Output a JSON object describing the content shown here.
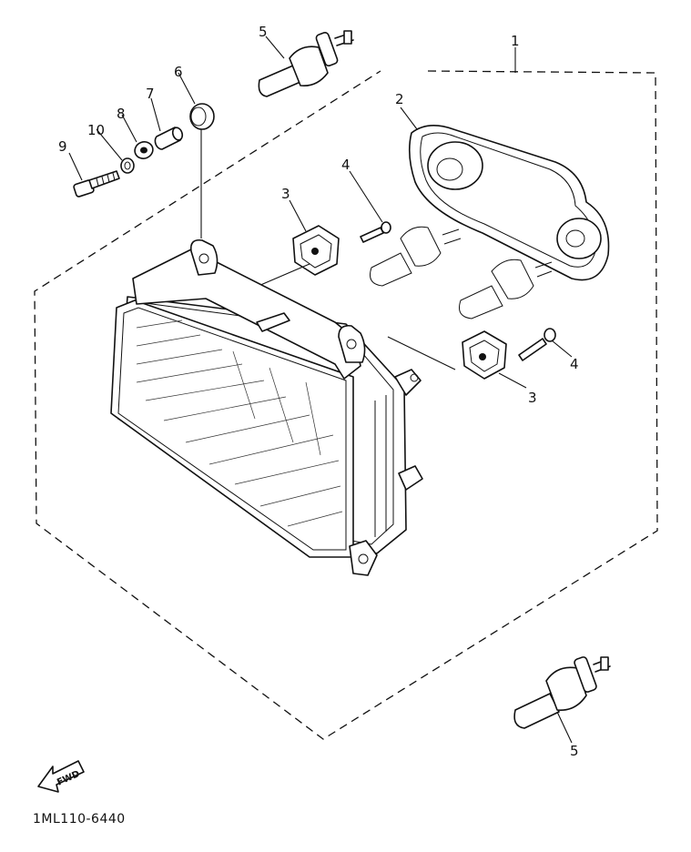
{
  "diagram": {
    "code": "1ML110-6440",
    "fwd_label": "FWD",
    "callouts": {
      "c1": "1",
      "c2": "2",
      "c3a": "3",
      "c3b": "3",
      "c4a": "4",
      "c4b": "4",
      "c5a": "5",
      "c5b": "5",
      "c6": "6",
      "c7": "7",
      "c8": "8",
      "c9": "9",
      "c10": "10"
    }
  }
}
